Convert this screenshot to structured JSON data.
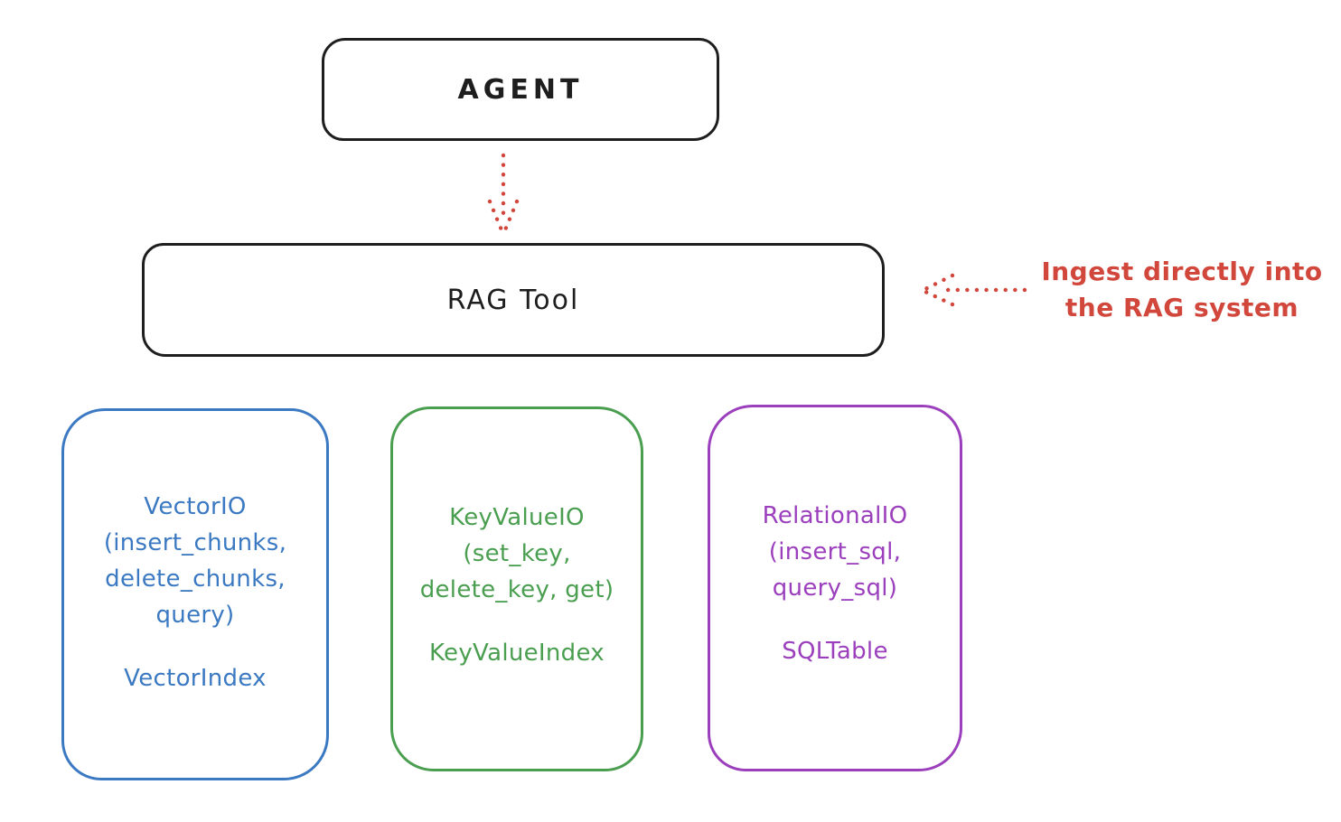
{
  "theme": {
    "ink": "#1e1e1e",
    "red": "#d2473c",
    "blue": "#3b79c2",
    "green": "#4a9e50",
    "purple": "#9b3fbd",
    "background": "#ffffff"
  },
  "diagram": {
    "agent_label": "AGENT",
    "rag_tool_label": "RAG Tool",
    "annotation": {
      "line1": "Ingest directly into",
      "line2": "the RAG system"
    },
    "stores": [
      {
        "id": "vector-io",
        "color": "#3b79c2",
        "lines": [
          "VectorIO",
          "(insert_chunks,",
          "delete_chunks,",
          "query)"
        ],
        "index_label": "VectorIndex"
      },
      {
        "id": "keyvalue-io",
        "color": "#4a9e50",
        "lines": [
          "KeyValueIO",
          "(set_key,",
          "delete_key, get)"
        ],
        "index_label": "KeyValueIndex"
      },
      {
        "id": "relational-io",
        "color": "#9b3fbd",
        "lines": [
          "RelationalIO",
          "(insert_sql,",
          "query_sql)"
        ],
        "index_label": "SQLTable"
      }
    ]
  }
}
